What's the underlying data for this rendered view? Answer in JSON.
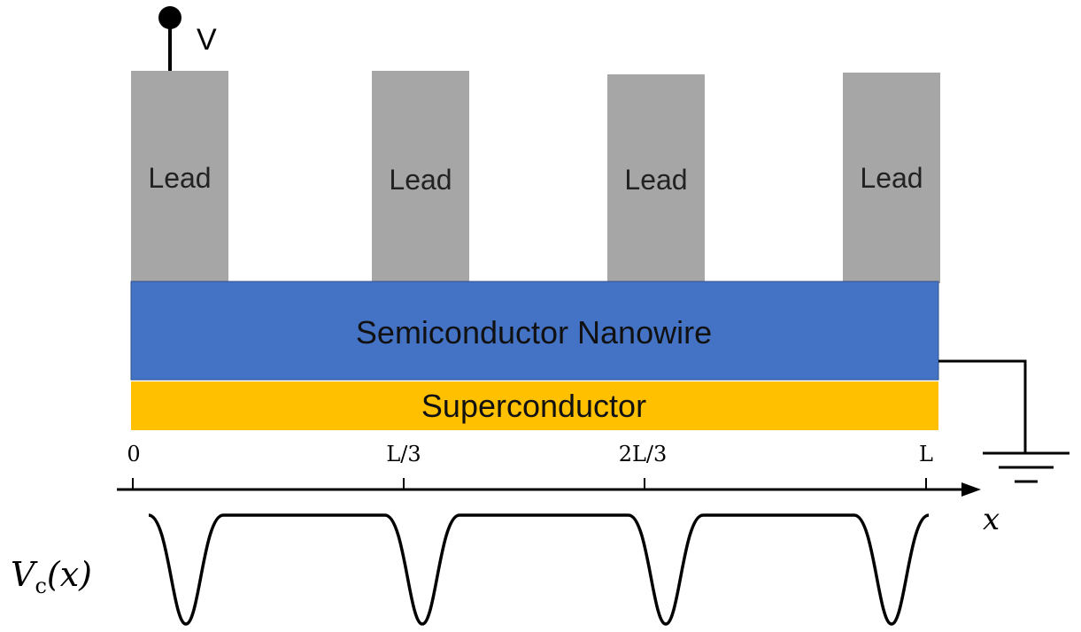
{
  "voltage_label": "V",
  "leads": [
    {
      "label": "Lead"
    },
    {
      "label": "Lead"
    },
    {
      "label": "Lead"
    },
    {
      "label": "Lead"
    }
  ],
  "nanowire": {
    "label": "Semiconductor Nanowire",
    "color": "#4472c4"
  },
  "superconductor": {
    "label": "Superconductor",
    "color": "#ffc000"
  },
  "lead_color": "#a6a6a6",
  "axis": {
    "variable": "x",
    "ticks": [
      "0",
      "L/3",
      "2L/3",
      "L"
    ]
  },
  "potential": {
    "label_main": "V",
    "label_sub": "c",
    "label_arg": "(x)"
  },
  "icons": [
    "ground-icon",
    "voltage-terminal-icon",
    "axis-arrow-icon"
  ]
}
